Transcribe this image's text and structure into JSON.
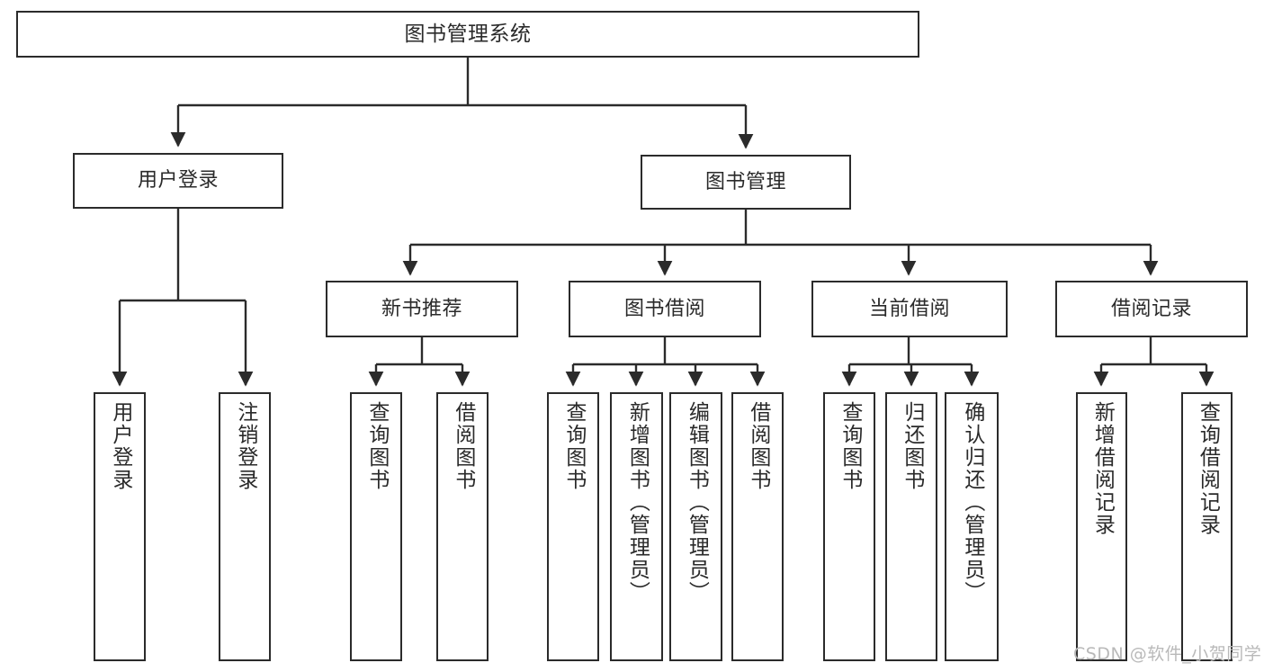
{
  "diagram": {
    "title": "图书管理系统",
    "watermark": "CSDN @软件_小贺同学",
    "stroke_color": "#2b2b2b",
    "text_color": "#2a2a2a",
    "background_color": "#ffffff",
    "watermark_color": "#b9b9b9"
  },
  "nodes": {
    "root": {
      "label": "图书管理系统"
    },
    "level2": [
      {
        "label": "用户登录"
      },
      {
        "label": "图书管理"
      }
    ],
    "level3": [
      {
        "label": "新书推荐"
      },
      {
        "label": "图书借阅"
      },
      {
        "label": "当前借阅"
      },
      {
        "label": "借阅记录"
      }
    ],
    "leaves_user_login": [
      {
        "label": "用户登录"
      },
      {
        "label": "注销登录"
      }
    ],
    "leaves_new_book": [
      {
        "label": "查询图书"
      },
      {
        "label": "借阅图书"
      }
    ],
    "leaves_borrow": [
      {
        "label": "查询图书"
      },
      {
        "label": "新增图书（管理员）"
      },
      {
        "label": "编辑图书（管理员）"
      },
      {
        "label": "借阅图书"
      }
    ],
    "leaves_current": [
      {
        "label": "查询图书"
      },
      {
        "label": "归还图书"
      },
      {
        "label": "确认归还（管理员）"
      }
    ],
    "leaves_records": [
      {
        "label": "新增借阅记录"
      },
      {
        "label": "查询借阅记录"
      }
    ]
  }
}
